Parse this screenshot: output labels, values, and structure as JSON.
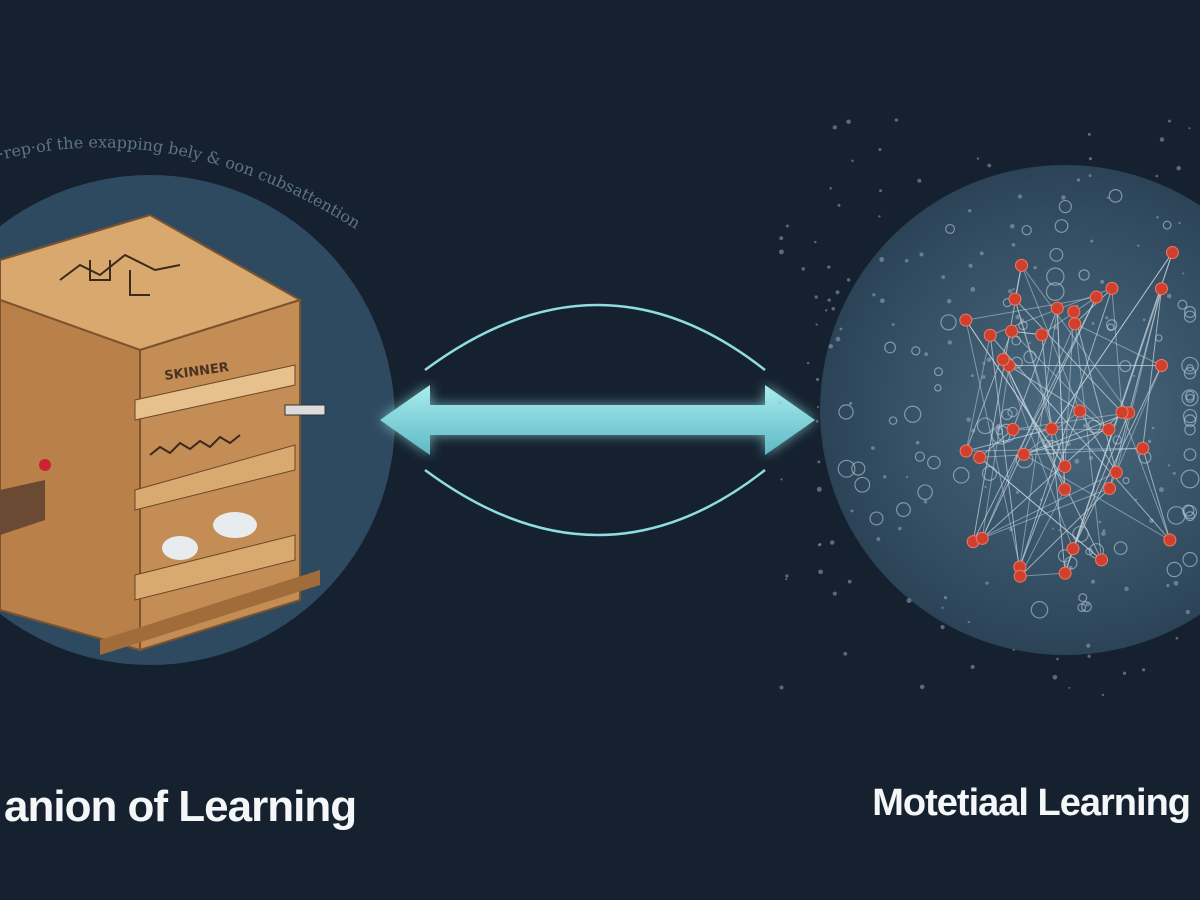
{
  "left": {
    "caption": "anion of Learning",
    "box_label": "SKINNER",
    "arc_text": "·rep·of the exapping bely & oon cubsattention"
  },
  "right": {
    "caption": "Motetiaal Learning"
  },
  "colors": {
    "background": "#15212f",
    "circle": "#2f4a5f",
    "arrow": "#8fdde0",
    "node": "#d0402f",
    "box": "#c8955c"
  }
}
